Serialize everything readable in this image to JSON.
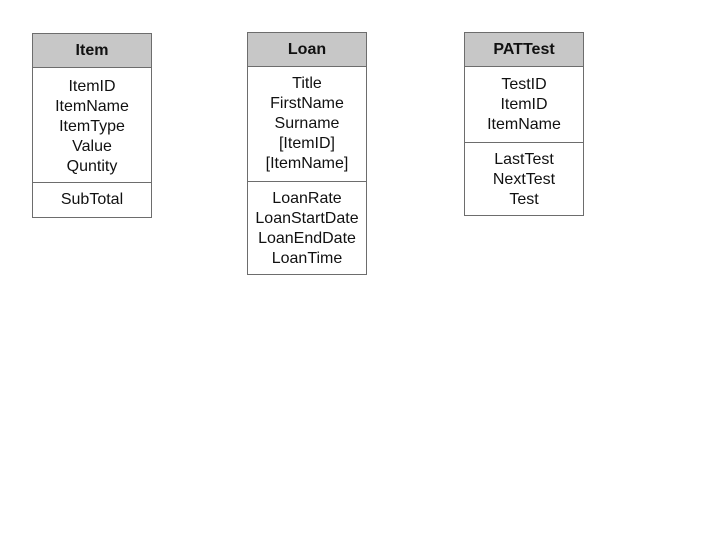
{
  "entities": [
    {
      "title": "Item",
      "attributes": [
        "ItemID",
        "ItemName",
        "ItemType",
        "Value",
        "Quntity"
      ],
      "methods": [
        "SubTotal"
      ]
    },
    {
      "title": "Loan",
      "attributes": [
        "Title",
        "FirstName",
        "Surname",
        "[ItemID]",
        "[ItemName]"
      ],
      "methods": [
        "LoanRate",
        "LoanStartDate",
        "LoanEndDate",
        "LoanTime"
      ]
    },
    {
      "title": "PATTest",
      "attributes": [
        "TestID",
        "ItemID",
        "ItemName"
      ],
      "methods": [
        "LastTest",
        "NextTest",
        "Test"
      ]
    }
  ],
  "colors": {
    "header_fill": "#c7c7c7",
    "border": "#6d6d6d",
    "background": "#ffffff"
  }
}
